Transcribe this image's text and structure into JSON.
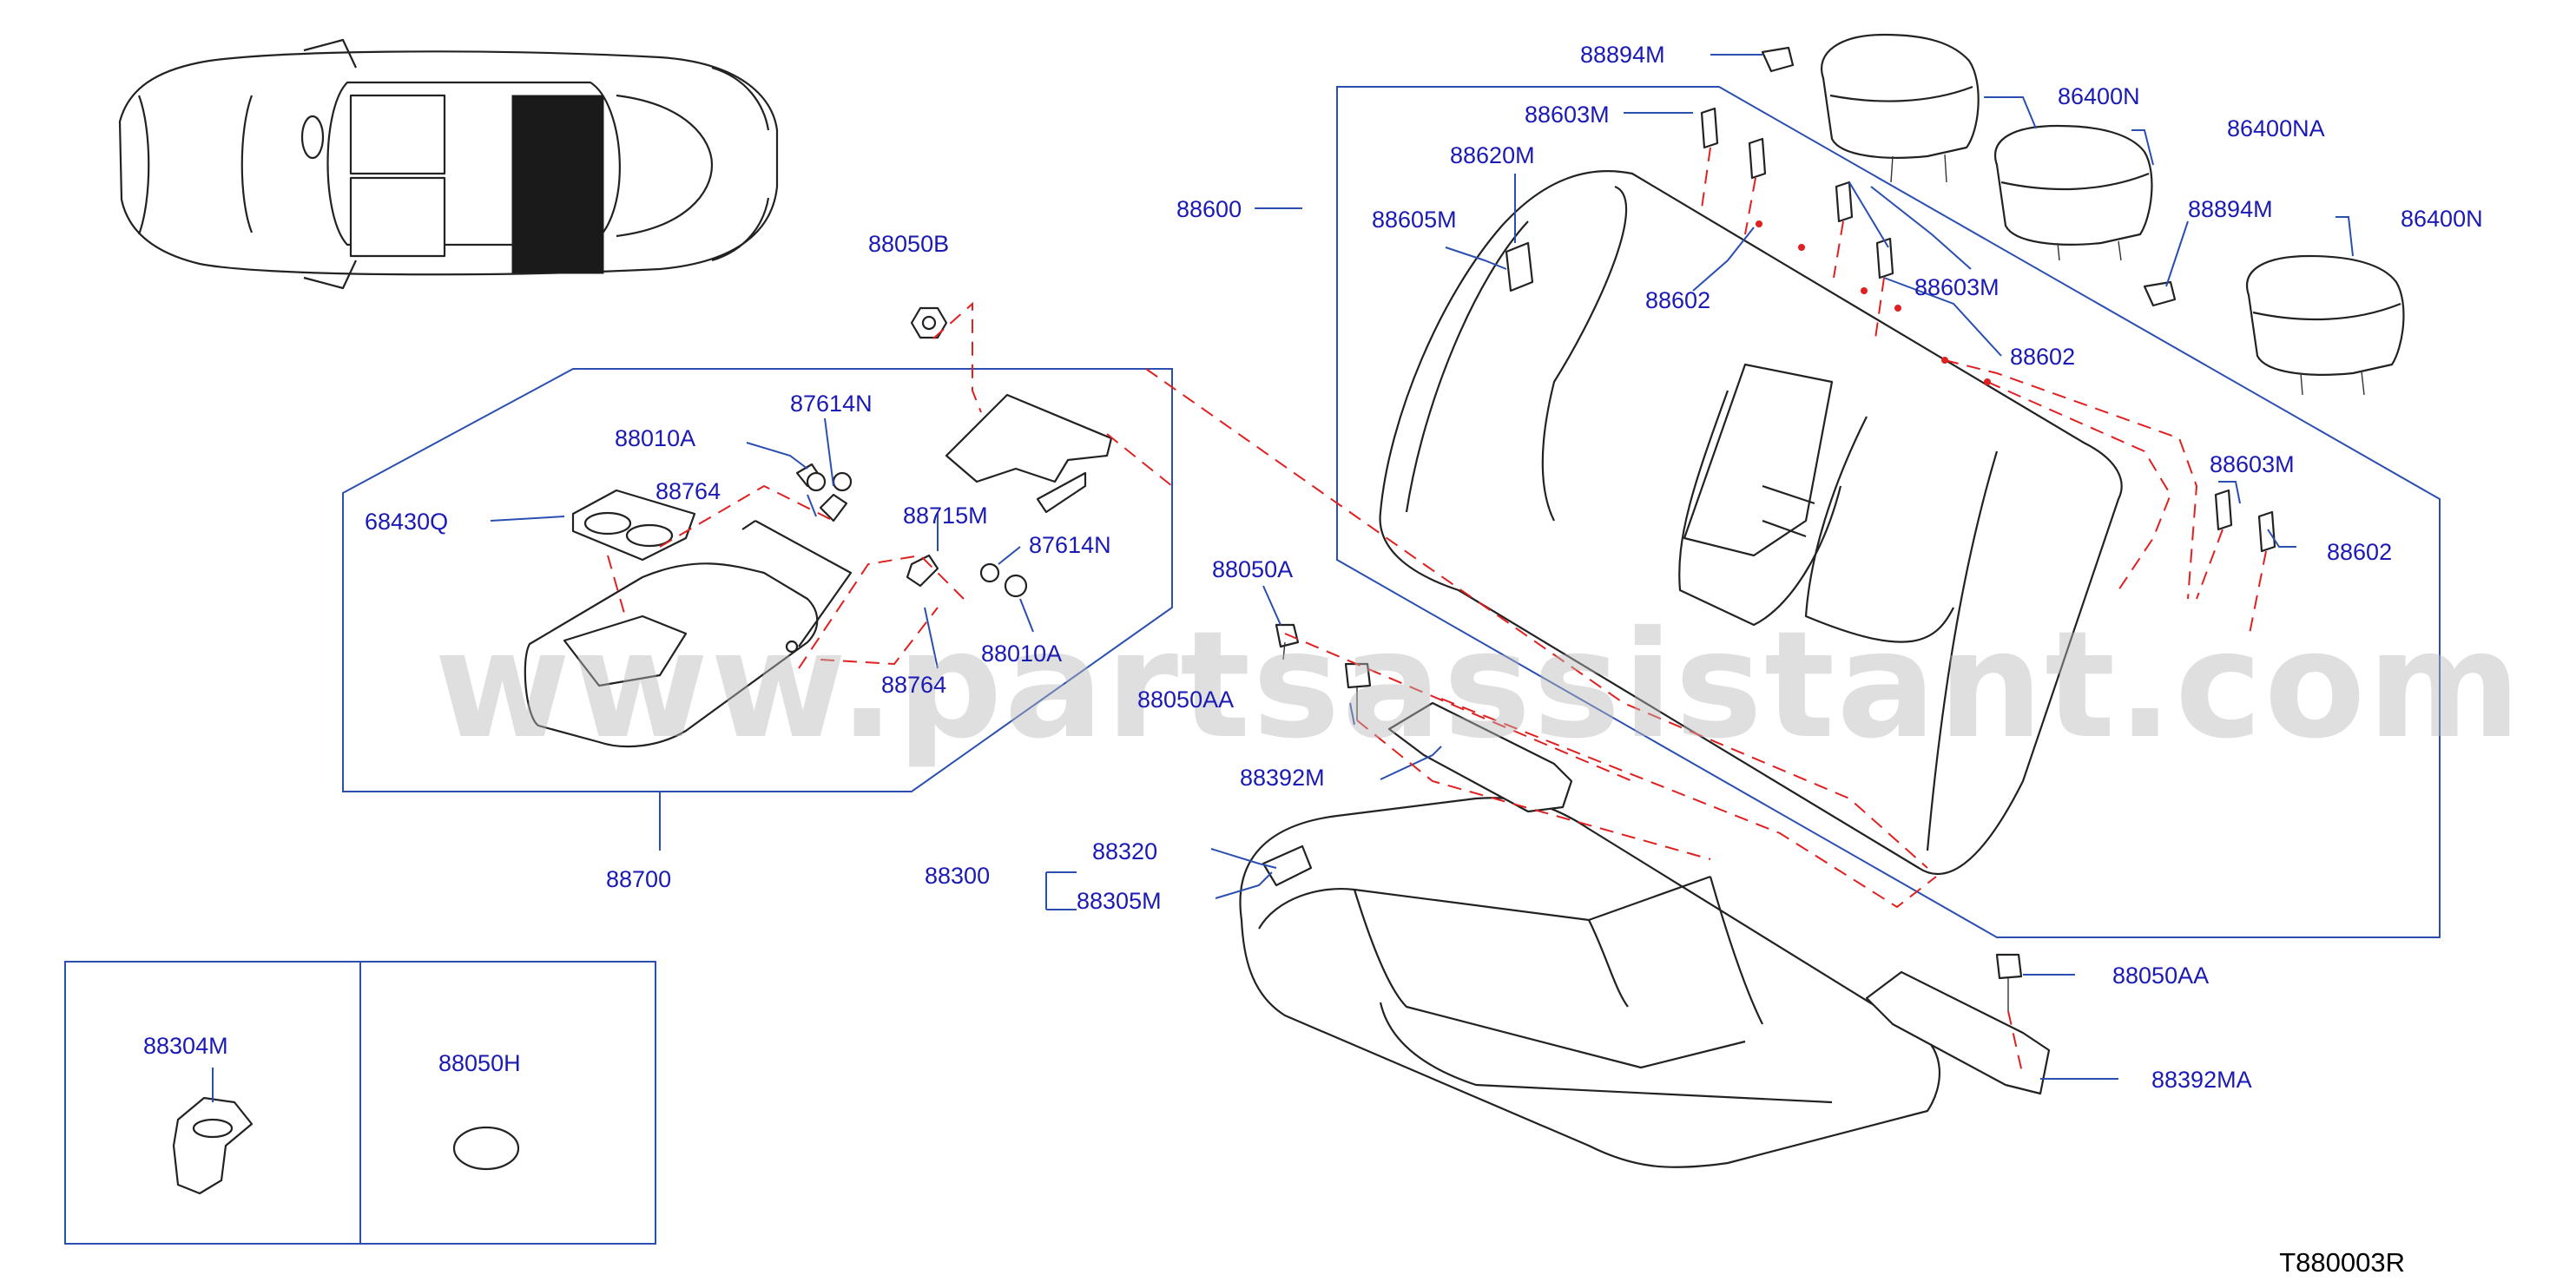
{
  "diagram_id": "T880003R",
  "watermark": "www.partsassistant.com",
  "labels": {
    "l_88894M_top": "88894M",
    "l_88603M_a": "88603M",
    "l_86400N_a": "86400N",
    "l_86400NA": "86400NA",
    "l_88620M": "88620M",
    "l_88600": "88600",
    "l_88605M": "88605M",
    "l_88894M_b": "88894M",
    "l_86400N_b": "86400N",
    "l_88050B": "88050B",
    "l_88602_a": "88602",
    "l_88603M_b": "88603M",
    "l_88602_b": "88602",
    "l_87614N_a": "87614N",
    "l_88010A_a": "88010A",
    "l_88764_a": "88764",
    "l_88715M": "88715M",
    "l_68430Q": "68430Q",
    "l_87614N_b": "87614N",
    "l_88603M_c": "88603M",
    "l_88602_c": "88602",
    "l_88050A": "88050A",
    "l_88010A_b": "88010A",
    "l_88764_b": "88764",
    "l_88050AA_a": "88050AA",
    "l_88392M": "88392M",
    "l_88700": "88700",
    "l_88320": "88320",
    "l_88300": "88300",
    "l_88305M": "88305M",
    "l_88050AA_b": "88050AA",
    "l_88304M": "88304M",
    "l_88050H": "88050H",
    "l_88392MA": "88392MA"
  }
}
